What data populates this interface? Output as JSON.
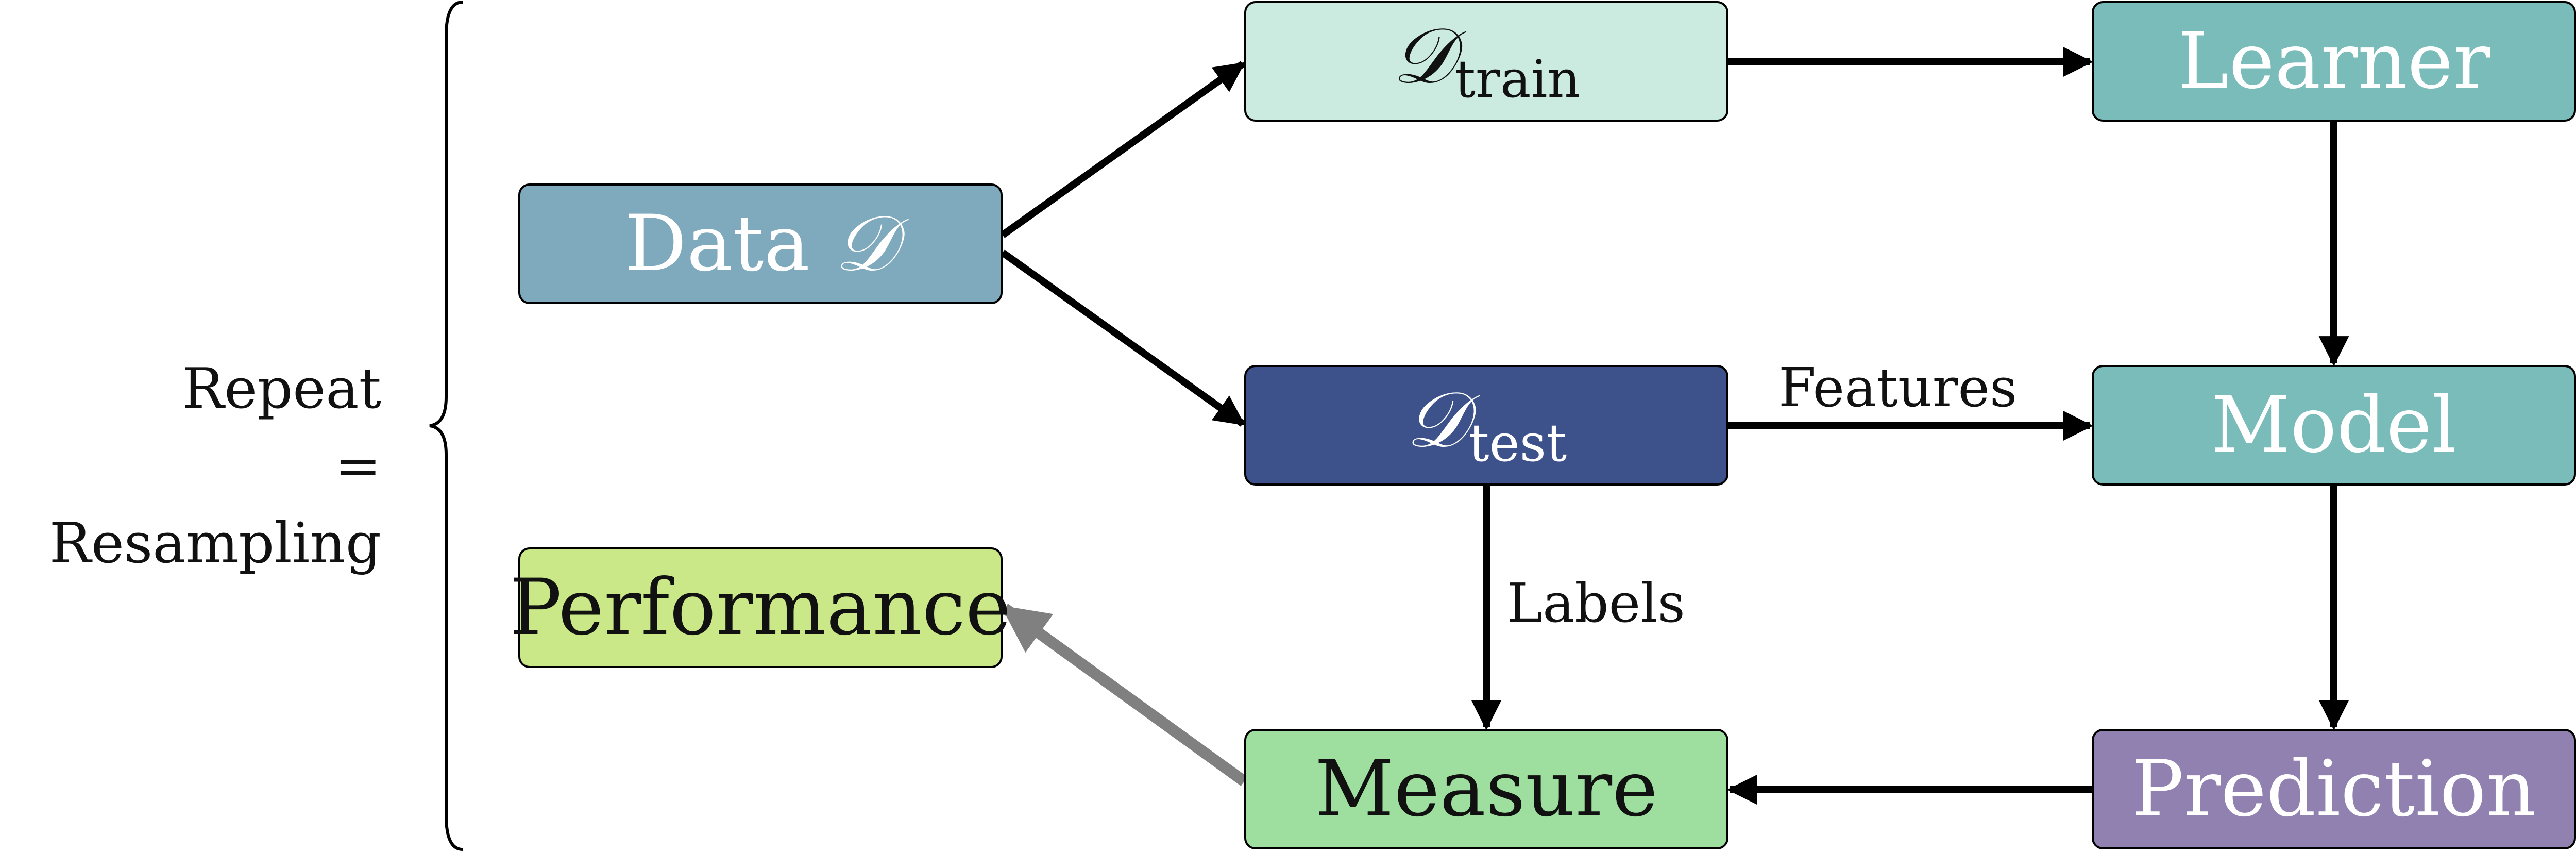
{
  "nodes": {
    "data": {
      "label": "Data",
      "symbol": "𝒟"
    },
    "dtrain": {
      "symbol": "𝒟",
      "sub": "train"
    },
    "dtest": {
      "symbol": "𝒟",
      "sub": "test"
    },
    "learner": {
      "label": "Learner"
    },
    "model": {
      "label": "Model"
    },
    "prediction": {
      "label": "Prediction"
    },
    "performance": {
      "label": "Performance"
    },
    "measure": {
      "label": "Measure"
    }
  },
  "edge_labels": {
    "features": "Features",
    "labels": "Labels"
  },
  "side": {
    "line1": "Repeat",
    "line2": "= Resampling"
  },
  "colors": {
    "data": "#7fa9bd",
    "dtrain": "#cbebe0",
    "dtest": "#3d528a",
    "learner": "#7abcb9",
    "model": "#7abcb9",
    "prediction": "#9181b1",
    "performance": "#cbe888",
    "measure": "#9edf9f",
    "arrow": "#000000",
    "feedback_arrow": "#808080"
  }
}
